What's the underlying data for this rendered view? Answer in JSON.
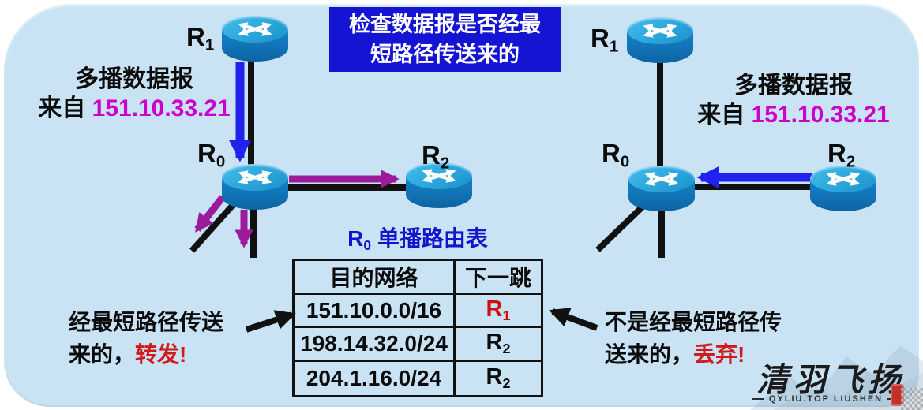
{
  "banner": {
    "line1": "检查数据报是否经最",
    "line2": "短路径传送来的"
  },
  "left_diagram": {
    "caption_line1": "多播数据报",
    "caption_prefix": "来自 ",
    "source_ip": "151.10.33.21",
    "r1": {
      "base": "R",
      "sub": "1"
    },
    "r0": {
      "base": "R",
      "sub": "0"
    },
    "r2": {
      "base": "R",
      "sub": "2"
    }
  },
  "right_diagram": {
    "caption_line1": "多播数据报",
    "caption_prefix": "来自 ",
    "source_ip": "151.10.33.21",
    "r1": {
      "base": "R",
      "sub": "1"
    },
    "r0": {
      "base": "R",
      "sub": "0"
    },
    "r2": {
      "base": "R",
      "sub": "2"
    }
  },
  "routing_table": {
    "title": {
      "base": "R",
      "sub": "0",
      "rest": " 单播路由表"
    },
    "headers": {
      "dest": "目的网络",
      "next": "下一跳"
    },
    "rows": [
      {
        "dest": "151.10.0.0/16",
        "next": {
          "base": "R",
          "sub": "1"
        }
      },
      {
        "dest": "198.14.32.0/24",
        "next": {
          "base": "R",
          "sub": "2"
        }
      },
      {
        "dest": "204.1.16.0/24",
        "next": {
          "base": "R",
          "sub": "2"
        }
      }
    ]
  },
  "annotations": {
    "forward": {
      "line1": "经最短路径传送",
      "line2_prefix": "来的，",
      "line2_em": "转发!"
    },
    "discard": {
      "line1": "不是经最短路径传",
      "line2_prefix": "送来的，",
      "line2_em": "丢弃!"
    }
  },
  "watermark": {
    "title": "清羽飞扬",
    "subtitle": "QYLIU.TOP  LIUSHEN"
  },
  "colors": {
    "panel": "#C9E3F4",
    "banner_bg": "#1414D2",
    "accent_blue": "#2222EE",
    "accent_purple": "#9B1B9B",
    "ip_magenta": "#CC00CC",
    "next_hop_red": "#CC1010",
    "alert_red": "#D31A1A",
    "table_title_blue": "#1414CC"
  }
}
